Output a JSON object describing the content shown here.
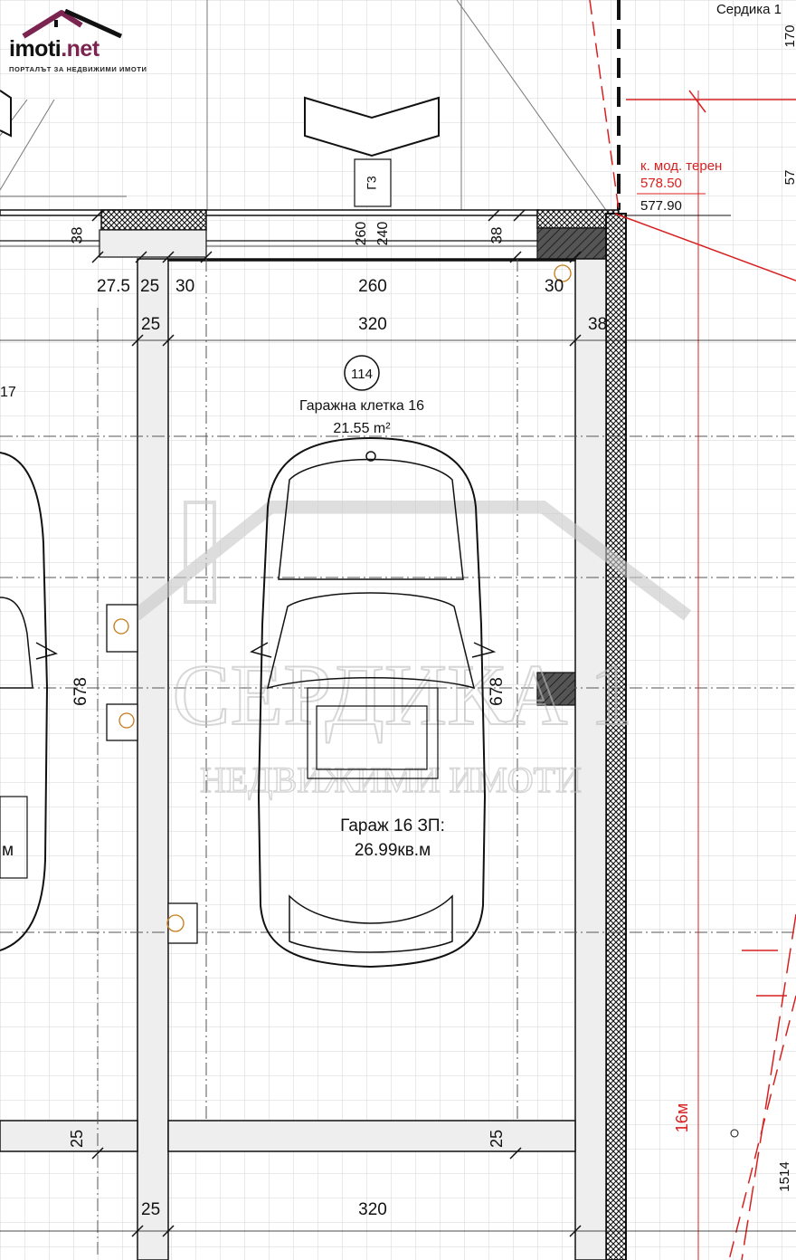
{
  "brand": {
    "name_main": "imoti",
    "name_dot": ".net",
    "tagline": "ПОРТАЛЪТ ЗА НЕДВИЖИМИ ИМОТИ"
  },
  "corner_label": "Сердика 1",
  "watermark": {
    "line1": "СЕРДИКА 1",
    "line2": "НЕДВИЖИМИ ИМОТИ"
  },
  "room": {
    "number": "114",
    "name": "Гаражна клетка 16",
    "area": "21.55 m²",
    "garage_label": "Гараж 16 ЗП:",
    "garage_area": "26.99кв.м",
    "neighbor_number_fragment": "17",
    "neighbor_area_fragment": "м"
  },
  "door_tag": "Г3",
  "terrain": {
    "label": "к. мод. терен",
    "level_red": "578.50",
    "level_black": "577.90"
  },
  "red_dimension": "16м",
  "dimensions": {
    "top_170": "170",
    "top_57": "57",
    "d38_left": "38",
    "d260_vert": "260",
    "d240_vert": "240",
    "d38_right": "38",
    "d27_5": "27.5",
    "d25_a": "25",
    "d30_left": "30",
    "d260": "260",
    "d30_right": "30",
    "d25_b": "25",
    "d320_top": "320",
    "d38_wall": "38",
    "d678_left": "678",
    "d678_right": "678",
    "d25_bottom_left": "25",
    "d25_bottom_right": "25",
    "d25_c": "25",
    "d320_bottom": "320",
    "d1514": "1514"
  }
}
